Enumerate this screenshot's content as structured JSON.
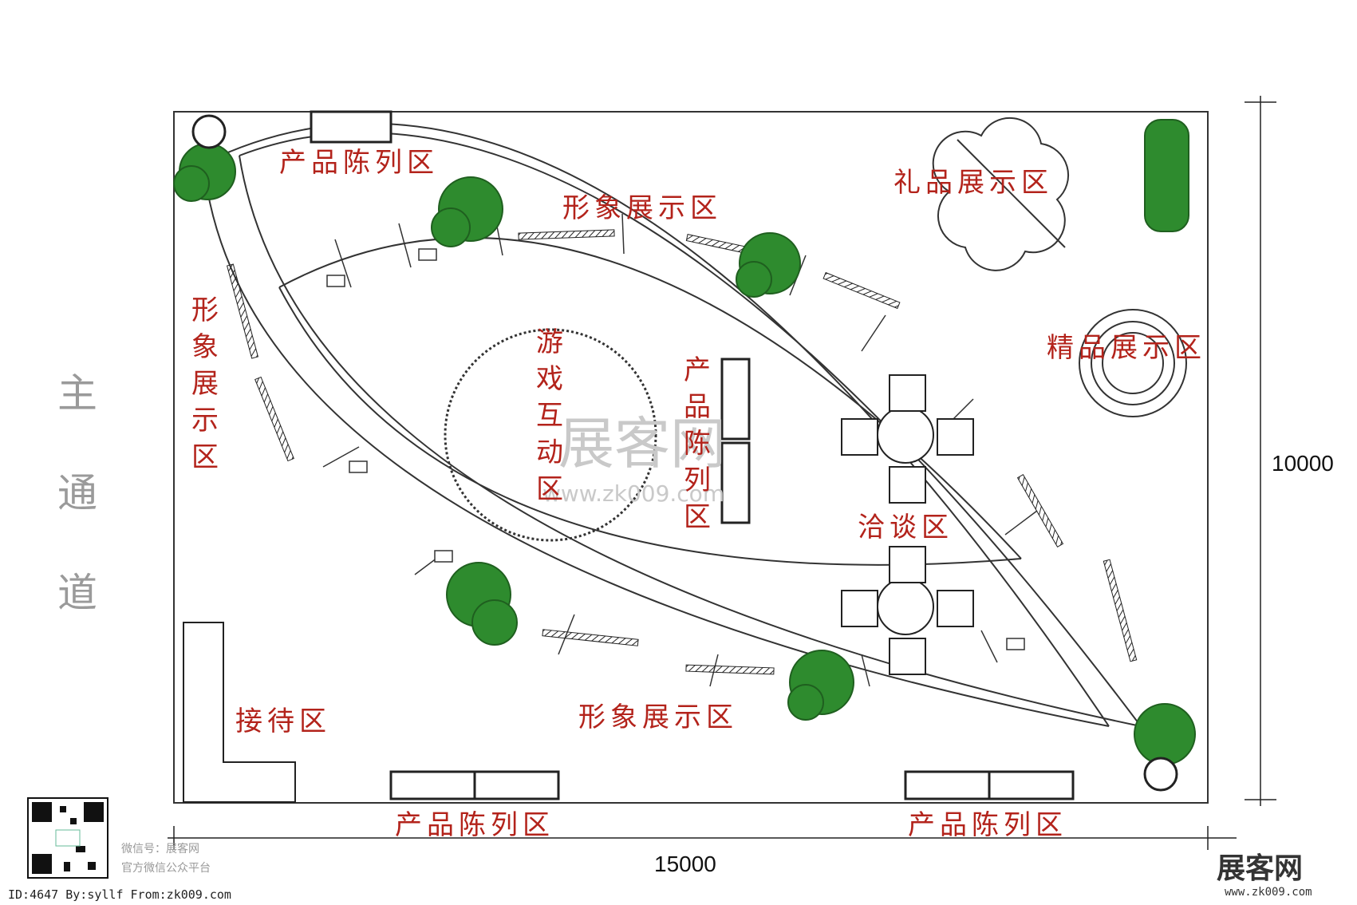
{
  "zones": {
    "product_top": "产品陈列区",
    "image_top": "形象展示区",
    "gift": "礼品展示区",
    "boutique": "精品展示区",
    "image_left": [
      "形",
      "象",
      "展",
      "示",
      "区"
    ],
    "game": [
      "游",
      "戏",
      "互",
      "动",
      "区"
    ],
    "product_center": [
      "产",
      "品",
      "陈",
      "列",
      "区"
    ],
    "negotiation": "洽谈区",
    "reception": "接待区",
    "image_bottom": "形象展示区",
    "product_bottom_left": "产品陈列区",
    "product_bottom_right": "产品陈列区"
  },
  "aisle": [
    "主",
    "通",
    "道"
  ],
  "dimensions": {
    "width": "15000",
    "height": "10000"
  },
  "watermark": {
    "main": "展客网",
    "url": "www.zk009.com"
  },
  "footer": {
    "wechat_label": "微信号：展客网",
    "wechat_sub": "官方微信公众平台",
    "credit": "ID:4647 By:syllf From:zk009.com",
    "logo": "展客网",
    "logo_url": "www.zk009.com"
  },
  "colors": {
    "zone_label": "#b3231b",
    "plant": "#2e8b2e",
    "aisle": "#9a9a9a"
  }
}
